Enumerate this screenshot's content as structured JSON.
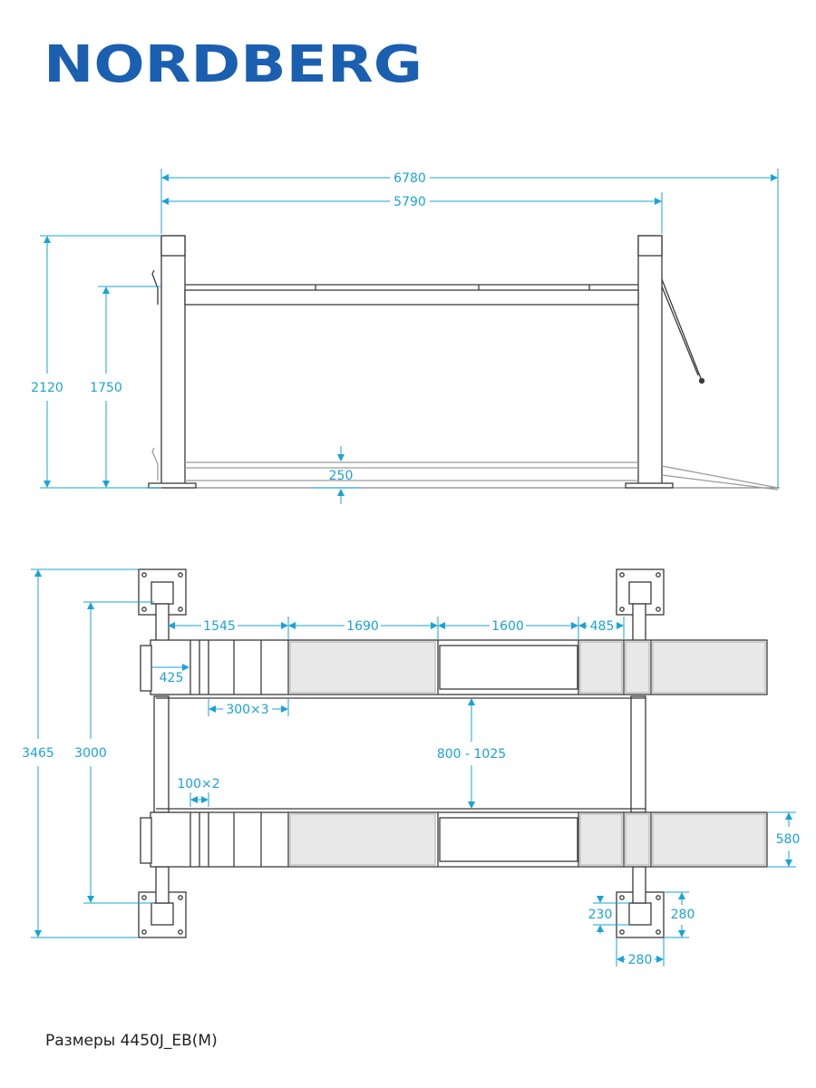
{
  "brand": {
    "logo_text": "NORDBERG",
    "color": "#1b5fb0"
  },
  "colors": {
    "dimension": "#1aa3d6",
    "line": "#3a3a3a"
  },
  "side_view": {
    "overall_length": "6780",
    "column_span": "5790",
    "total_height": "2120",
    "max_lift_height": "1750",
    "min_height": "250"
  },
  "top_view": {
    "overall_width": "3465",
    "column_width": "3000",
    "seg_1545": "1545",
    "seg_1690": "1690",
    "seg_1600": "1600",
    "seg_485": "485",
    "seg_425": "425",
    "slots_300": "300×3",
    "track_gap": "800 - 1025",
    "slots_100": "100×2",
    "runway_width": "580",
    "base_230": "230",
    "base_280_h": "280",
    "base_280_w": "280"
  },
  "caption": "Размеры 4450J_EB(M)"
}
